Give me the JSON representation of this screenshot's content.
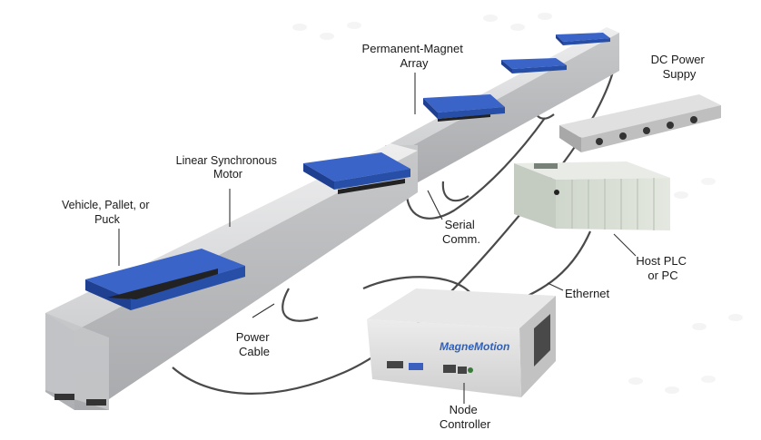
{
  "labels": {
    "vehicle": [
      "Vehicle, Pallet, or",
      "Puck"
    ],
    "linear_motor": [
      "Linear Synchronous",
      "Motor"
    ],
    "magnet_array": [
      "Permanent-Magnet",
      "Array"
    ],
    "dc_power": [
      "DC Power",
      "Suppy"
    ],
    "serial_comm": [
      "Serial",
      "Comm."
    ],
    "host_plc": [
      "Host PLC",
      "or PC"
    ],
    "ethernet": "Ethernet",
    "power_cable": [
      "Power",
      "Cable"
    ],
    "node_controller": [
      "Node",
      "Controller"
    ]
  },
  "brand": "MagneMotion",
  "colors": {
    "puck_top": "#3a64c8",
    "puck_side": "#1f3f91",
    "track_top": "#d9d9db",
    "track_side": "#bdbec0",
    "cable": "#4a4a4a",
    "plc_body": "#d8ddd4",
    "controller_body": "#e2e2e2"
  },
  "icons": [
    "track-icon",
    "puck-icon",
    "power-supply-icon",
    "plc-icon",
    "controller-icon"
  ]
}
